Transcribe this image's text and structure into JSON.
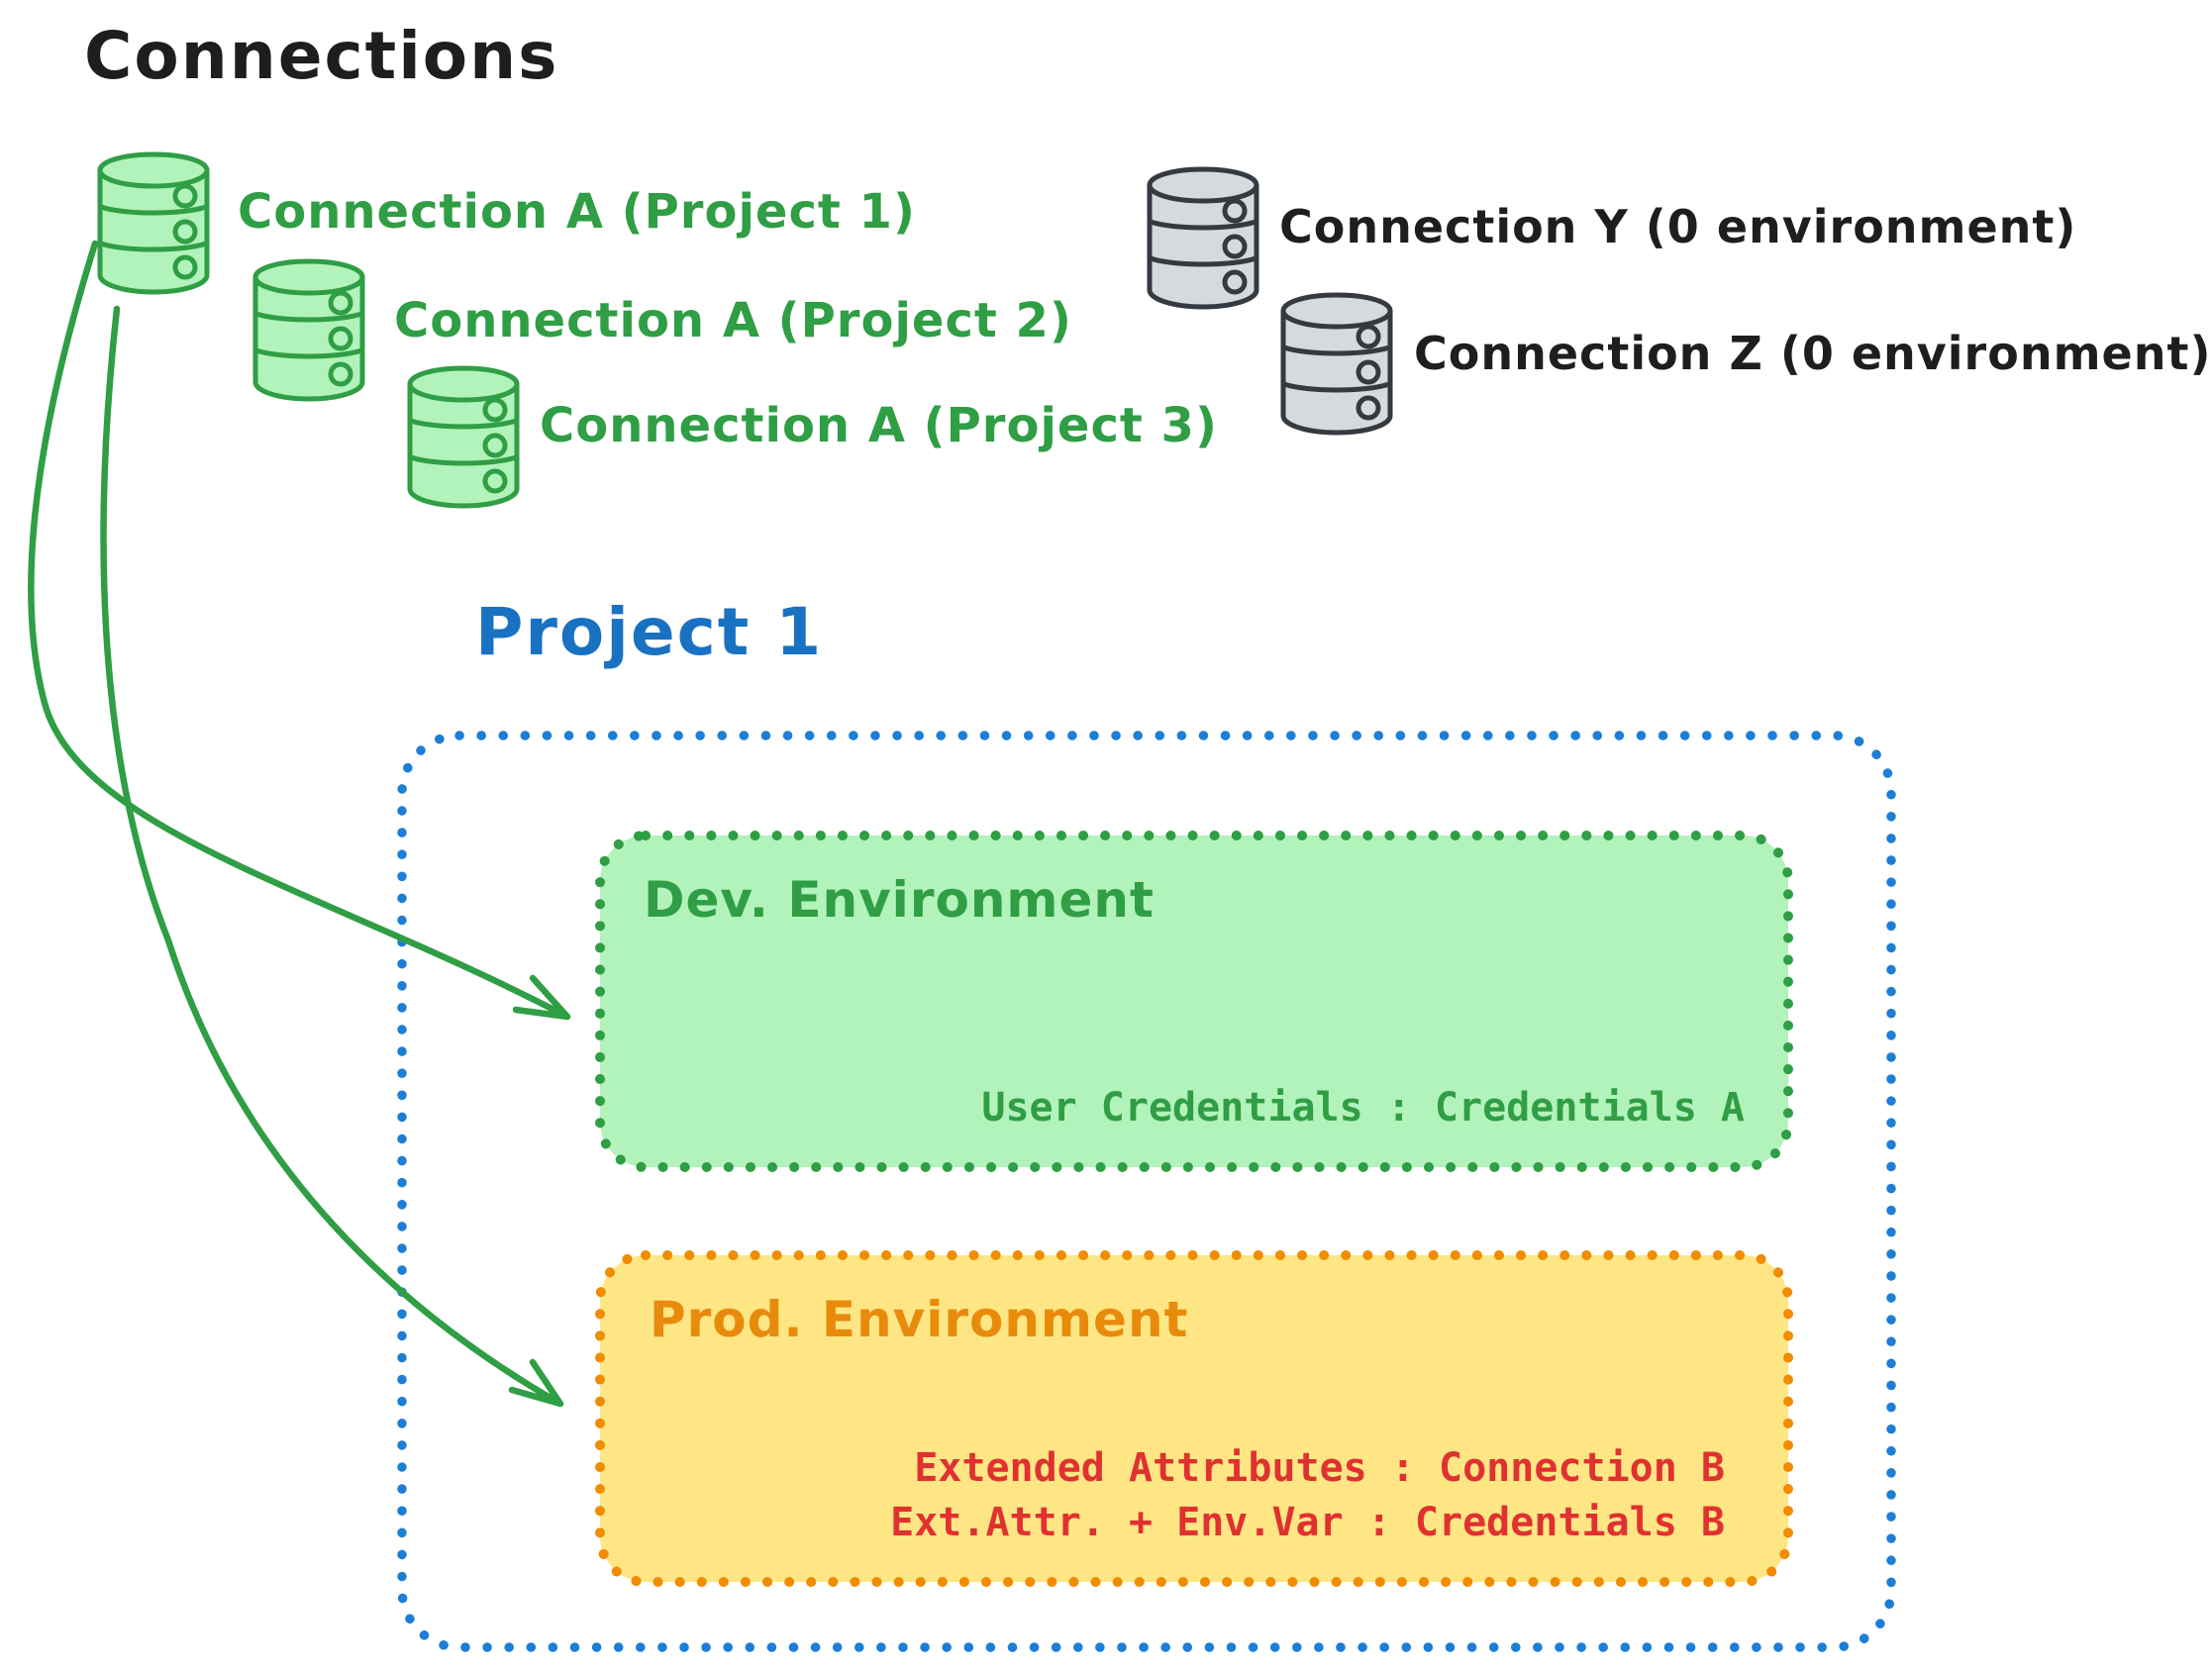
{
  "title": "Connections",
  "connections": {
    "project_scoped": [
      {
        "label": "Connection A (Project 1)"
      },
      {
        "label": "Connection A (Project 2)"
      },
      {
        "label": "Connection A (Project 3)"
      }
    ],
    "unscoped": [
      {
        "label": "Connection Y (0 environment)"
      },
      {
        "label": "Connection Z (0 environment)"
      }
    ]
  },
  "project": {
    "title": "Project 1",
    "dev_environment": {
      "name": "Dev. Environment",
      "mapping": "User Credentials : Credentials A"
    },
    "prod_environment": {
      "name": "Prod. Environment",
      "mappings": [
        "Extended Attributes : Connection B",
        "Ext.Attr. + Env.Var : Credentials B"
      ]
    }
  },
  "colors": {
    "green": "#2f9e44",
    "green_fill": "#b2f2bb",
    "gray_stroke": "#343a40",
    "gray_fill": "#d6dade",
    "blue_text": "#1971c2",
    "blue_border": "#1c7ed6",
    "orange_border": "#f08c00",
    "orange_text": "#e88a0c",
    "yellow_fill": "#ffe685",
    "red_text": "#e03131",
    "black_text": "#1e1e1e"
  }
}
